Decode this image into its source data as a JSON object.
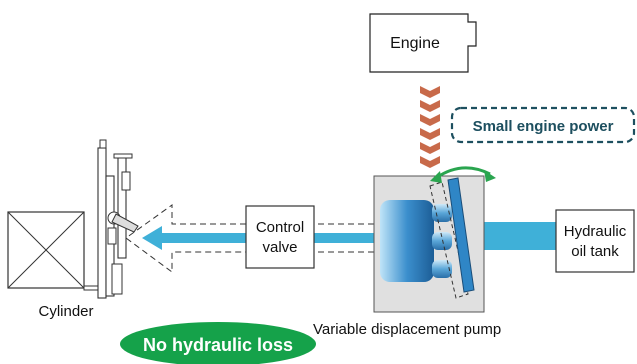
{
  "labels": {
    "engine": "Engine",
    "small_engine_power": "Small engine power",
    "control_valve_line1": "Control",
    "control_valve_line2": "valve",
    "hydraulic_tank_line1": "Hydraulic",
    "hydraulic_tank_line2": "oil tank",
    "cylinder": "Cylinder",
    "pump": "Variable displacement pump",
    "no_hydraulic_loss": "No hydraulic loss"
  },
  "colors": {
    "flow_blue": "#3fb0d8",
    "power_dash": "#c86a4a",
    "badge_green": "#15a24a",
    "callout_teal": "#1d4f5f",
    "swing_green": "#2aa54f",
    "pump_gray": "#e0e0e0",
    "piston_blue": "#2a7cc0"
  }
}
